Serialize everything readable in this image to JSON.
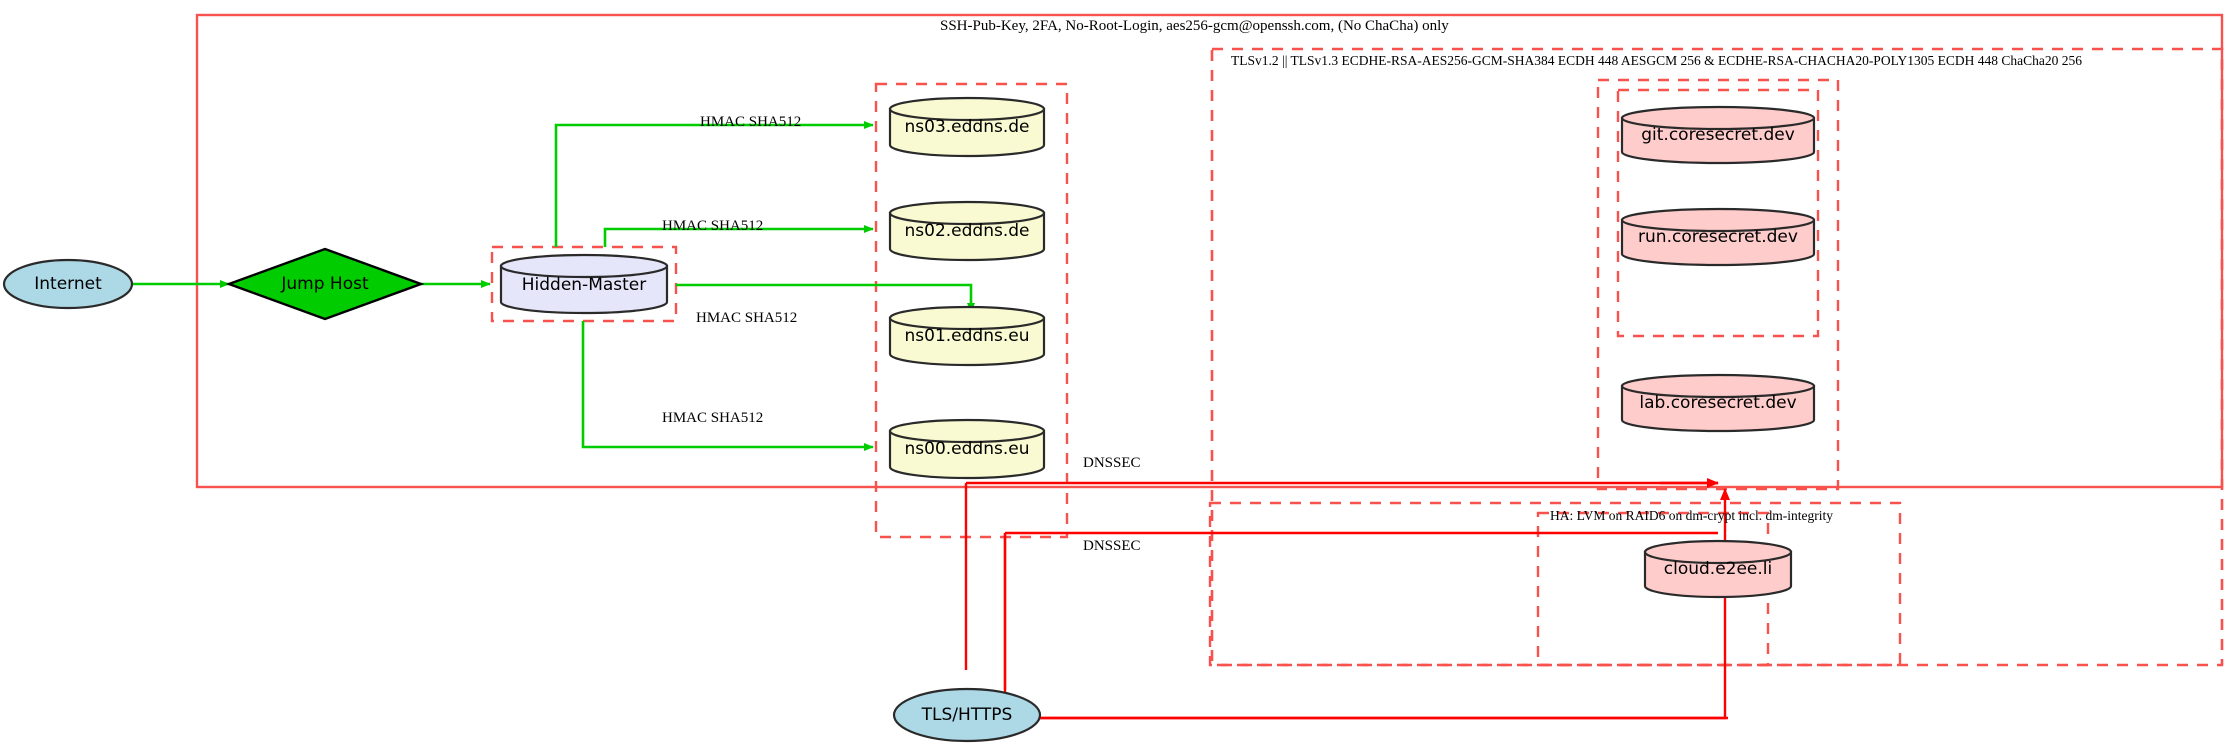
{
  "diagram": {
    "title_top": "SSH-Pub-Key, 2FA, No-Root-Login, aes256-gcm@openssh.com, (No ChaCha) only",
    "cluster_tls_label": "TLSv1.2 || TLSv1.3 ECDHE-RSA-AES256-GCM-SHA384 ECDH 448 AESGCM 256 & ECDHE-RSA-CHACHA20-POLY1305 ECDH 448 ChaCha20 256",
    "cluster_ha_label": "HA: LVM on RAID6 on dm-crypt incl. dm-integrity"
  },
  "nodes": {
    "internet": {
      "label": "Internet",
      "shape": "ellipse",
      "fill": "#add8e6"
    },
    "jumphost": {
      "label": "Jump Host",
      "shape": "diamond",
      "fill": "#00cc00"
    },
    "hidden_master": {
      "label": "Hidden-Master",
      "shape": "cylinder",
      "fill": "#e6e6fa"
    },
    "ns03": {
      "label": "ns03.eddns.de",
      "shape": "cylinder",
      "fill": "#fafad2"
    },
    "ns02": {
      "label": "ns02.eddns.de",
      "shape": "cylinder",
      "fill": "#fafad2"
    },
    "ns01": {
      "label": "ns01.eddns.eu",
      "shape": "cylinder",
      "fill": "#fafad2"
    },
    "ns00": {
      "label": "ns00.eddns.eu",
      "shape": "cylinder",
      "fill": "#fafad2"
    },
    "git": {
      "label": "git.coresecret.dev",
      "shape": "cylinder",
      "fill": "#ffcccc"
    },
    "run": {
      "label": "run.coresecret.dev",
      "shape": "cylinder",
      "fill": "#ffcccc"
    },
    "lab": {
      "label": "lab.coresecret.dev",
      "shape": "cylinder",
      "fill": "#ffcccc"
    },
    "cloud": {
      "label": "cloud.e2ee.li",
      "shape": "cylinder",
      "fill": "#ffcccc"
    },
    "tls_https": {
      "label": "TLS/HTTPS",
      "shape": "ellipse",
      "fill": "#add8e6"
    }
  },
  "edge_labels": {
    "hmac_ns03": "HMAC SHA512",
    "hmac_ns02": "HMAC SHA512",
    "hmac_ns01": "HMAC SHA512",
    "hmac_ns00": "HMAC SHA512",
    "dnssec_upper": "DNSSEC",
    "dnssec_lower": "DNSSEC"
  },
  "colors": {
    "boundary_red": "#ff0000",
    "boundary_red_soft": "#f8524f",
    "edge_green": "#00cc00",
    "edge_red": "#ff0000",
    "node_stroke": "#2a2a2a"
  }
}
